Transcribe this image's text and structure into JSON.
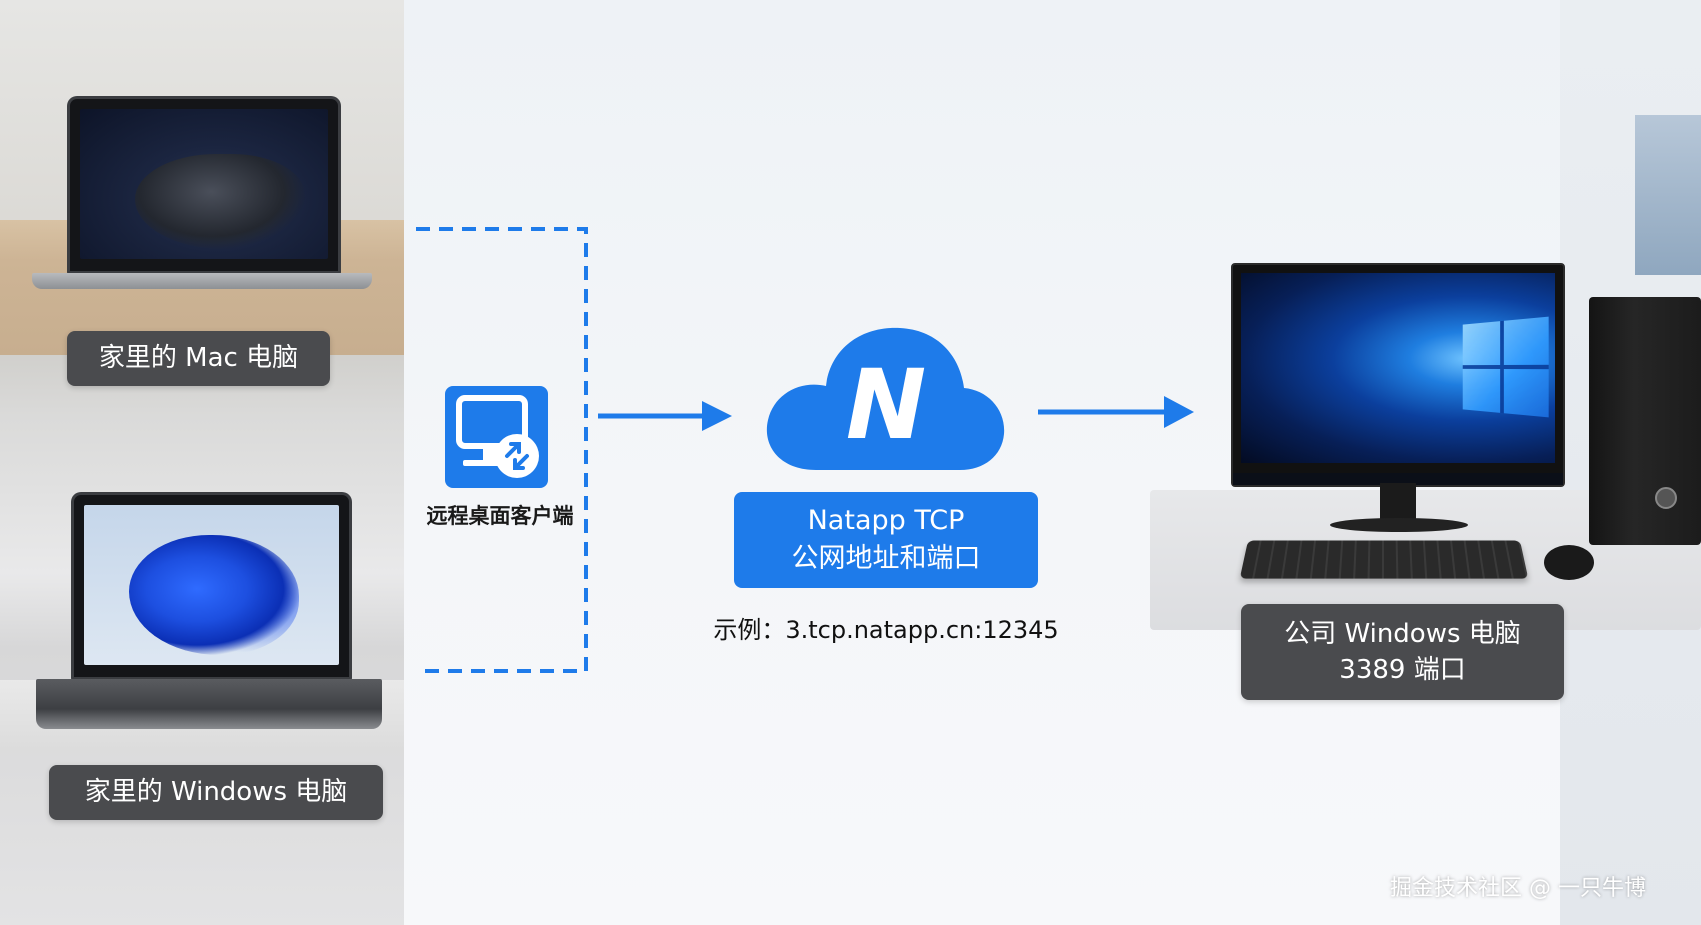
{
  "devices": {
    "home_mac_label": "家里的 Mac 电脑",
    "home_windows_label": "家里的 Windows 电脑",
    "office_pc_label_line1": "公司 Windows 电脑",
    "office_pc_label_line2": "3389 端口"
  },
  "client": {
    "caption": "远程桌面客户端",
    "icon": "remote-desktop-icon"
  },
  "natapp": {
    "logo_letter": "N",
    "box_line1": "Natapp TCP",
    "box_line2": "公网地址和端口",
    "example": "示例：3.tcp.natapp.cn:12345"
  },
  "watermark": "掘金技术社区 @ 一只牛博",
  "colors": {
    "accent_blue": "#1e7bea",
    "label_dark": "#4a4b4e"
  }
}
